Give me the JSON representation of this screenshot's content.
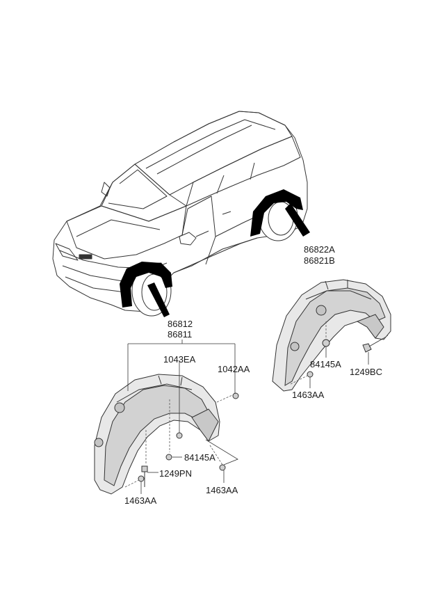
{
  "labels": {
    "rear_upper": "86822A",
    "rear_lower": "86821B",
    "front_upper": "86812",
    "front_lower": "86811",
    "clip_front_top": "1043EA",
    "clip_front_right": "1042AA",
    "nut_front": "84145A",
    "screw_front": "1249PN",
    "clip_front_bottom_left": "1463AA",
    "clip_front_bottom_right": "1463AA",
    "nut_rear": "84145A",
    "screw_rear": "1249BC",
    "clip_rear": "1463AA"
  },
  "colors": {
    "line": "#333333",
    "liner_fill": "#e8e8e8",
    "liner_shade": "#cfcfcf",
    "highlight": "#000000"
  }
}
